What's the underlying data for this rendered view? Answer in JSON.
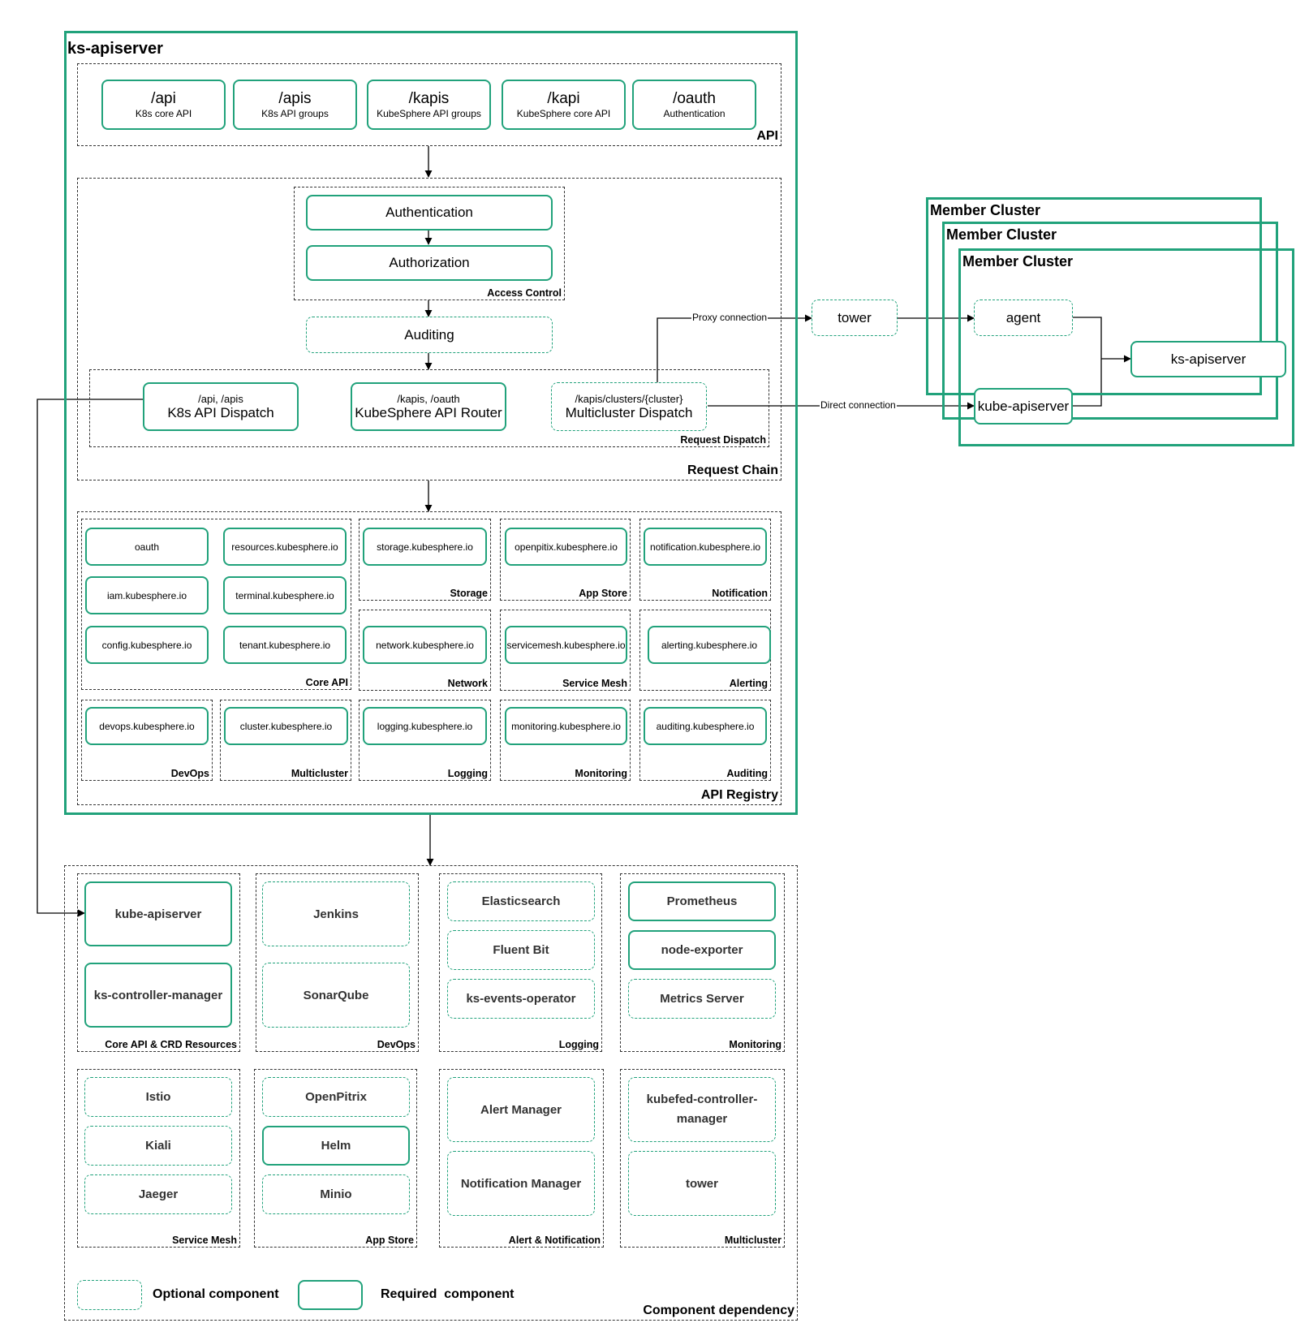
{
  "main_title": "ks-apiserver",
  "api_section": {
    "label": "API",
    "items": [
      {
        "path": "/api",
        "desc": "K8s core API"
      },
      {
        "path": "/apis",
        "desc": "K8s API groups"
      },
      {
        "path": "/kapis",
        "desc": "KubeSphere API groups"
      },
      {
        "path": "/kapi",
        "desc": "KubeSphere core API"
      },
      {
        "path": "/oauth",
        "desc": "Authentication"
      }
    ]
  },
  "request_chain": {
    "label": "Request Chain",
    "access_control": {
      "label": "Access Control",
      "authentication": "Authentication",
      "authorization": "Authorization"
    },
    "auditing": "Auditing",
    "request_dispatch": {
      "label": "Request Dispatch",
      "k8s": {
        "path": "/api, /apis",
        "name": "K8s API Dispatch"
      },
      "ks": {
        "path": "/kapis, /oauth",
        "name": "KubeSphere API Router"
      },
      "mc": {
        "path": "/kapis/clusters/{cluster}",
        "name": "Multicluster Dispatch"
      }
    }
  },
  "api_registry": {
    "label": "API Registry",
    "core_api": {
      "label": "Core API",
      "items": [
        "oauth",
        "resources.kubesphere.io",
        "iam.kubesphere.io",
        "terminal.kubesphere.io",
        "config.kubesphere.io",
        "tenant.kubesphere.io"
      ]
    },
    "storage": {
      "label": "Storage",
      "item": "storage.kubesphere.io"
    },
    "app_store": {
      "label": "App Store",
      "item": "openpitix.kubesphere.io"
    },
    "notification": {
      "label": "Notification",
      "item": "notification.kubesphere.io"
    },
    "network": {
      "label": "Network",
      "item": "network.kubesphere.io"
    },
    "service_mesh": {
      "label": "Service Mesh",
      "item": "servicemesh.kubesphere.io"
    },
    "alerting": {
      "label": "Alerting",
      "item": "alerting.kubesphere.io"
    },
    "devops": {
      "label": "DevOps",
      "item": "devops.kubesphere.io"
    },
    "multicluster": {
      "label": "Multicluster",
      "item": "cluster.kubesphere.io"
    },
    "logging": {
      "label": "Logging",
      "item": "logging.kubesphere.io"
    },
    "monitoring": {
      "label": "Monitoring",
      "item": "monitoring.kubesphere.io"
    },
    "auditing": {
      "label": "Auditing",
      "item": "auditing.kubesphere.io"
    }
  },
  "member_clusters": {
    "title": "Member Cluster",
    "tower": "tower",
    "agent": "agent",
    "kube_apiserver": "kube-apiserver",
    "ks_apiserver": "ks-apiserver",
    "proxy_label": "Proxy connection",
    "direct_label": "Direct connection"
  },
  "component_dependency": {
    "label": "Component dependency",
    "groups": {
      "core": {
        "label": "Core API & CRD Resources",
        "items": [
          "kube-apiserver",
          "ks-controller-manager"
        ]
      },
      "devops": {
        "label": "DevOps",
        "items": [
          "Jenkins",
          "SonarQube"
        ]
      },
      "logging": {
        "label": "Logging",
        "items": [
          "Elasticsearch",
          "Fluent Bit",
          "ks-events-operator"
        ]
      },
      "monitoring": {
        "label": "Monitoring",
        "items": [
          "Prometheus",
          "node-exporter",
          "Metrics Server"
        ]
      },
      "service_mesh": {
        "label": "Service Mesh",
        "items": [
          "Istio",
          "Kiali",
          "Jaeger"
        ]
      },
      "app_store": {
        "label": "App Store",
        "items": [
          "OpenPitrix",
          "Helm",
          "Minio"
        ]
      },
      "alert": {
        "label": "Alert & Notification",
        "items": [
          "Alert Manager",
          "Notification Manager"
        ]
      },
      "multicluster": {
        "label": "Multicluster",
        "items": [
          "kubefed-controller-",
          "manager",
          "tower"
        ]
      }
    },
    "legend": {
      "optional": "Optional component",
      "required": "Required  component"
    }
  },
  "colors": {
    "accent": "#21a27b",
    "border": "#333333"
  }
}
